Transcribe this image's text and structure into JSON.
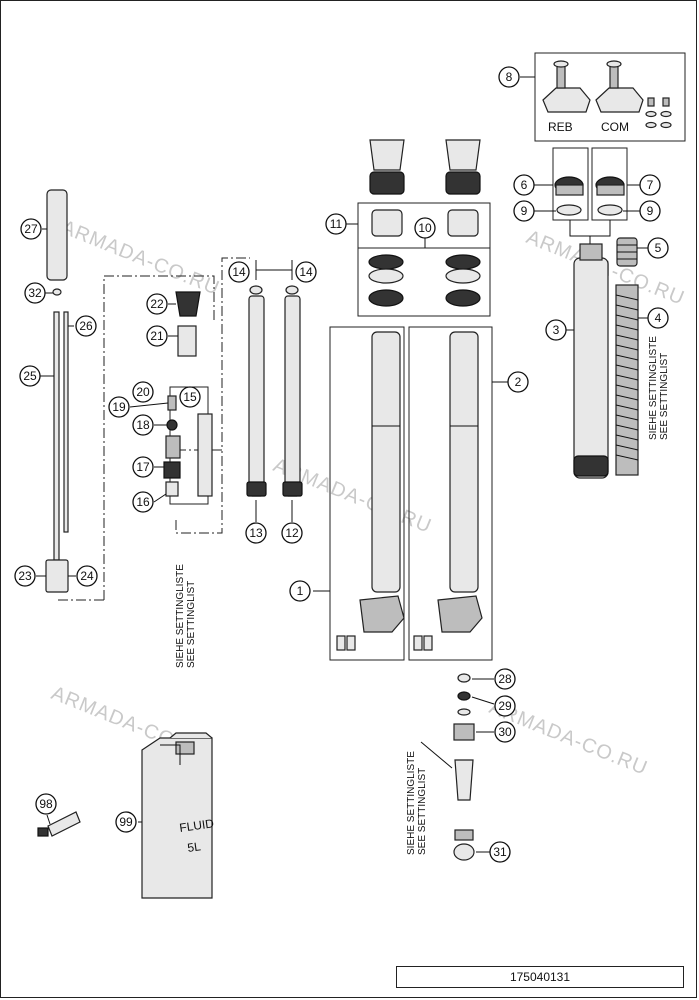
{
  "callouts": [
    "1",
    "2",
    "3",
    "4",
    "5",
    "6",
    "7",
    "8",
    "9",
    "9",
    "10",
    "11",
    "12",
    "13",
    "14",
    "14",
    "15",
    "16",
    "17",
    "18",
    "19",
    "20",
    "21",
    "22",
    "23",
    "24",
    "25",
    "26",
    "27",
    "28",
    "29",
    "30",
    "31",
    "32",
    "98",
    "99"
  ],
  "labels": {
    "reb": "REB",
    "com": "COM",
    "fluid_line1": "FLUID",
    "fluid_line2": "5L",
    "setting_de": "SIEHE SETTINGLISTE",
    "setting_en": "SEE SETTINGLIST"
  },
  "watermark": "ARMADA-CO.RU",
  "doc_number": "175040131"
}
